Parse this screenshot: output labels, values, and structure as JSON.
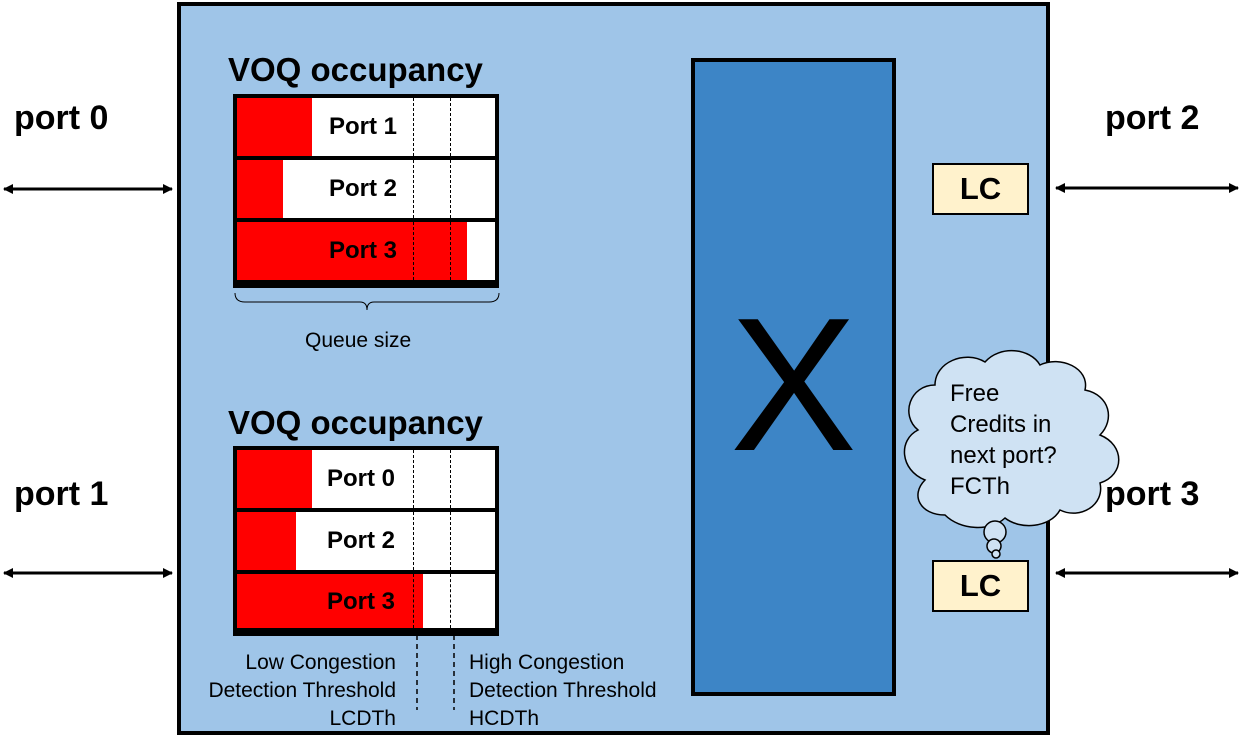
{
  "ports": {
    "port0": "port 0",
    "port1": "port 1",
    "port2": "port 2",
    "port3": "port 3"
  },
  "voq_top": {
    "title": "VOQ occupancy",
    "rows": [
      {
        "label": "Port 1",
        "fill_fraction": 0.29
      },
      {
        "label": "Port 2",
        "fill_fraction": 0.18
      },
      {
        "label": "Port 3",
        "fill_fraction": 0.89
      }
    ],
    "brace_label": "Queue size"
  },
  "voq_bottom": {
    "title": "VOQ occupancy",
    "rows": [
      {
        "label": "Port 0",
        "fill_fraction": 0.29
      },
      {
        "label": "Port 2",
        "fill_fraction": 0.23
      },
      {
        "label": "Port 3",
        "fill_fraction": 0.72
      }
    ]
  },
  "thresholds": {
    "low": {
      "line1": "Low Congestion",
      "line2": "Detection Threshold",
      "abbr": "LCDTh"
    },
    "high": {
      "line1": "High Congestion",
      "line2": "Detection Threshold",
      "abbr": "HCDTh"
    }
  },
  "crossbar": {
    "symbol": "X"
  },
  "link_controllers": {
    "top": "LC",
    "bottom": "LC"
  },
  "thought_bubble": {
    "lines": [
      "Free",
      "Credits in",
      "next port?",
      "FCTh"
    ]
  },
  "colors": {
    "switch_fill": "#9fc5e8",
    "crossbar_fill": "#3d85c6",
    "queue_fill": "#ff0000",
    "lc_fill": "#fff2cc",
    "bubble_fill": "#cfe2f3"
  }
}
